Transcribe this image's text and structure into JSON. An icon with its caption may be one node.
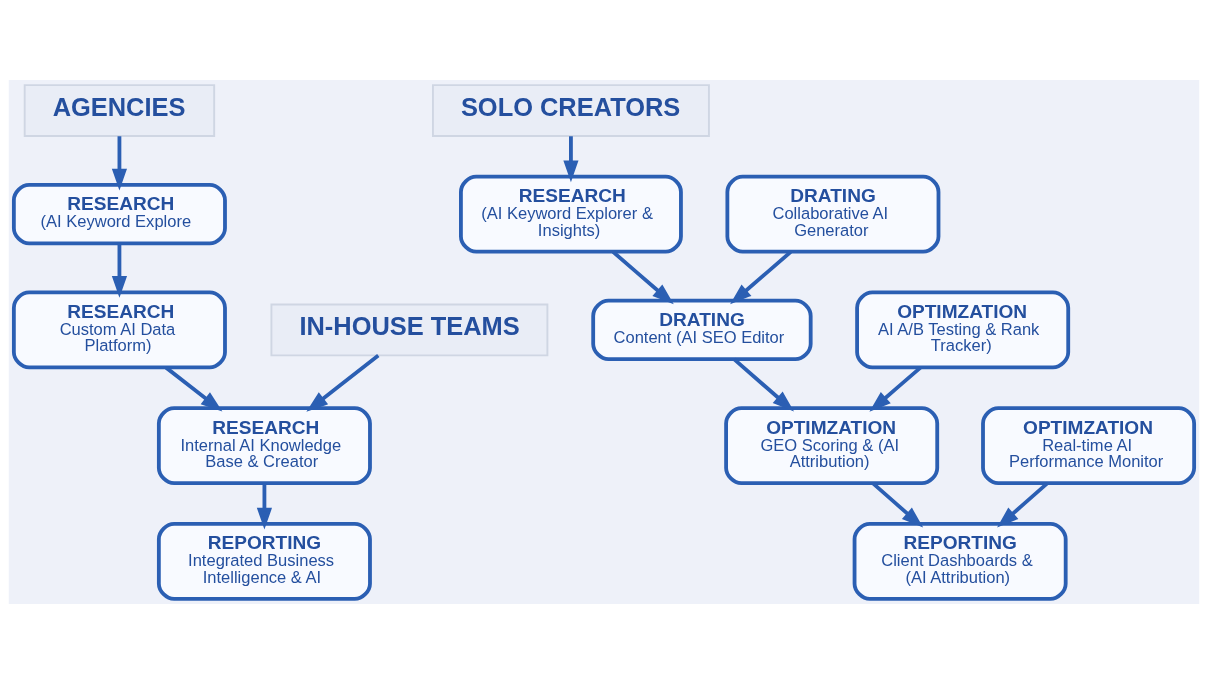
{
  "diagram": {
    "nodes": [
      {
        "text": [
          "AGENCIES"
        ]
      },
      {
        "text": [
          "RESEARCH",
          "(AI Keyword Explore"
        ]
      },
      {
        "text": [
          "RESEARCH",
          "Custom AI Data Platform)"
        ]
      },
      {
        "text": [
          "IN-HOUSE TEAMS"
        ]
      },
      {
        "text": [
          "RESEARCH",
          "Internal AI Knowledge Base & Creator"
        ]
      },
      {
        "text": [
          "REPORTING",
          "Integrated Business Intelligence & AI"
        ]
      },
      {
        "text": [
          "SOLO CREATORS"
        ]
      },
      {
        "text": [
          "RESEARCH",
          "(AI Keyword Explorer & Insights)"
        ]
      },
      {
        "text": [
          "DRATING",
          "Collaborative AI Generator"
        ]
      },
      {
        "text": [
          "DRATING",
          "Content (AI SEO Editor"
        ]
      },
      {
        "text": [
          "OPTIMZATION",
          "AI A/B Testing & Rank Tracker)"
        ]
      },
      {
        "text": [
          "OPTIMZATION",
          "Real-time AI Performance Monitor"
        ]
      },
      {
        "text": [
          "OPTIMZATION",
          "GEO Scoring & (AI Attribution)"
        ]
      },
      {
        "text": [
          "REPORTING",
          "Client Dashboards & (AI Attribution)"
        ]
      }
    ],
    "edges": [
      {
        "from": 0,
        "to": 1,
        "arrow": "to"
      },
      {
        "from": 1,
        "to": 2,
        "arrow": "to"
      },
      {
        "from": 2,
        "to": 4,
        "arrow": "to"
      },
      {
        "from": 3,
        "to": 4,
        "arrow": "to"
      },
      {
        "from": 4,
        "to": 5,
        "arrow": "to"
      },
      {
        "from": 6,
        "to": 7,
        "arrow": "to"
      },
      {
        "from": 7,
        "to": 9,
        "arrow": "to"
      },
      {
        "from": 8,
        "to": 9,
        "arrow": "to"
      },
      {
        "from": 9,
        "to": 12,
        "arrow": "to"
      },
      {
        "from": 10,
        "to": 12,
        "arrow": "to"
      },
      {
        "from": 11,
        "to": 13,
        "arrow": "to"
      },
      {
        "from": 12,
        "to": 13,
        "arrow": "to"
      }
    ]
  }
}
